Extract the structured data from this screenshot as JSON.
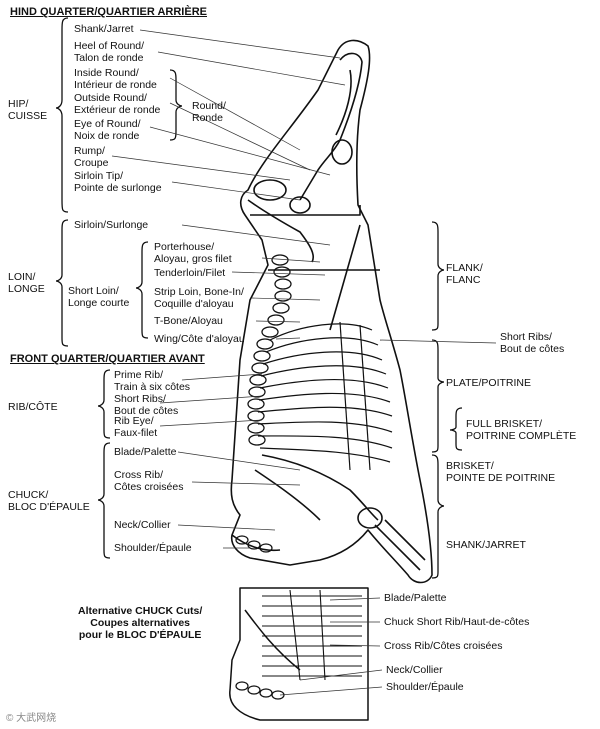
{
  "headings": {
    "hind": "HIND QUARTER/QUARTIER ARRIÈRE",
    "front": "FRONT QUARTER/QUARTIER AVANT",
    "alt": "Alternative CHUCK Cuts/\nCoupes alternatives\npour le BLOC D'ÉPAULE"
  },
  "groups": {
    "hip": "HIP/\nCUISSE",
    "round": "Round/\nRonde",
    "loin": "LOIN/\nLONGE",
    "short_loin": "Short Loin/\nLonge courte",
    "rib": "RIB/CÔTE",
    "chuck": "CHUCK/\nBLOC D'ÉPAULE"
  },
  "cuts": {
    "shank_hind": "Shank/Jarret",
    "heel": "Heel of Round/\nTalon de ronde",
    "inside_round": "Inside Round/\nIntérieur de ronde",
    "outside_round": "Outside Round/\nExtérieur de ronde",
    "eye_round": "Eye of Round/\nNoix de ronde",
    "rump": "Rump/\nCroupe",
    "sirloin_tip": "Sirloin Tip/\nPointe de surlonge",
    "sirloin": "Sirloin/Surlonge",
    "porterhouse": "Porterhouse/\nAloyau, gros filet",
    "tenderloin": "Tenderloin/Filet",
    "strip_loin": "Strip Loin, Bone-In/\nCoquille d'aloyau",
    "tbone": "T-Bone/Aloyau",
    "wing": "Wing/Côte d'aloyau",
    "prime_rib": "Prime Rib/\nTrain à six côtes",
    "short_ribs_front": "Short Ribs/\nBout de côtes",
    "rib_eye": "Rib Eye/\nFaux-filet",
    "blade": "Blade/Palette",
    "cross_rib": "Cross Rib/\nCôtes croisées",
    "neck": "Neck/Collier",
    "shoulder": "Shoulder/Épaule"
  },
  "right": {
    "flank": "FLANK/\nFLANC",
    "short_ribs": "Short Ribs/\nBout de côtes",
    "plate": "PLATE/POITRINE",
    "full_brisket": "FULL BRISKET/\nPOITRINE COMPLÈTE",
    "brisket": "BRISKET/\nPOINTE DE POITRINE",
    "shank": "SHANK/JARRET"
  },
  "alt_cuts": {
    "blade": "Blade/Palette",
    "chuck_short_rib": "Chuck Short Rib/Haut-de-côtes",
    "cross_rib": "Cross Rib/Côtes croisées",
    "neck": "Neck/Collier",
    "shoulder": "Shoulder/Épaule"
  },
  "watermark": "© 大武网烧"
}
